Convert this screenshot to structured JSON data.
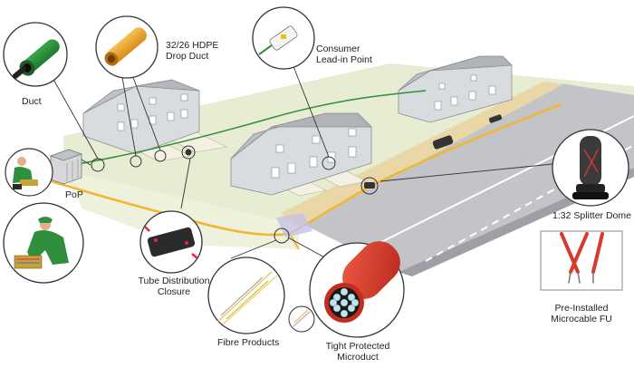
{
  "labels": {
    "duct": "Duct",
    "hdpe_line1": "32/26 HDPE",
    "hdpe_line2": "Drop Duct",
    "consumer_line1": "Consumer",
    "consumer_line2": "Lead-in Point",
    "pop": "PoP",
    "splitter": "1:32 Splitter Dome",
    "tube_line1": "Tube Distribution",
    "tube_line2": "Closure",
    "fibre": "Fibre Products",
    "tight_line1": "Tight Protected",
    "tight_line2": "Microduct",
    "preinstalled_line1": "Pre-Installed",
    "preinstalled_line2": "Microcable FU"
  },
  "colors": {
    "fibre_route": "#f2b630",
    "duct_route": "#2f8f3c",
    "road": "#bfc0c4",
    "grass": "#e6edd2",
    "house_wall": "#d9dcdf",
    "roof": "#c6c9cc",
    "callout_outline": "#333333",
    "microduct_red": "#d8392b"
  },
  "icons": [
    "duct-icon",
    "hdpe-duct-icon",
    "lead-in-point-icon",
    "pop-cabinet-icon",
    "engineer-icon",
    "tube-closure-icon",
    "fibre-products-icon",
    "microduct-icon",
    "splitter-dome-icon",
    "microcable-icon"
  ]
}
